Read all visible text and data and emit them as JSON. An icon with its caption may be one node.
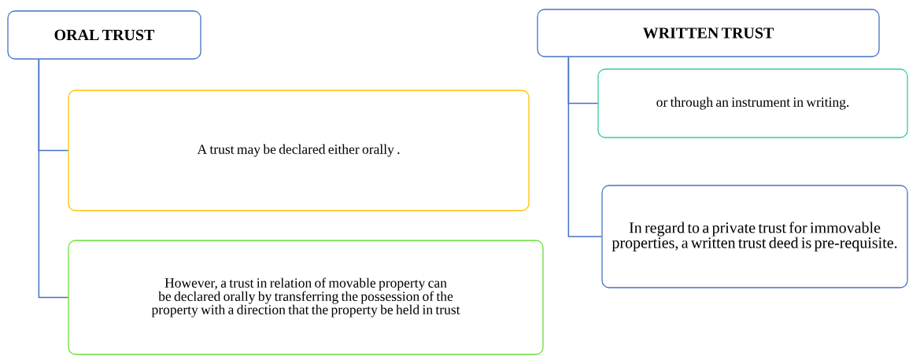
{
  "diagram": {
    "nodes": [
      {
        "text": [
          "ORAL TRUST"
        ]
      },
      {
        "text": [
          "A trust may be declared either orally ."
        ]
      },
      {
        "text": [
          "However, a trust in relation of movable property can be declared orally by transferring the possession of the property with a direction that the property be held in trust"
        ]
      },
      {
        "text": [
          "WRITTEN TRUST"
        ]
      },
      {
        "text": [
          "or through an instrument in writing."
        ]
      },
      {
        "text": [
          "In regard to a private trust for immovable properties, a written trust deed is pre-requisite."
        ]
      }
    ],
    "edges": [
      {
        "from": 0,
        "to": 1,
        "arrow": "none"
      },
      {
        "from": 0,
        "to": 2,
        "arrow": "none"
      },
      {
        "from": 3,
        "to": 4,
        "arrow": "none"
      },
      {
        "from": 3,
        "to": 5,
        "arrow": "none"
      }
    ]
  }
}
